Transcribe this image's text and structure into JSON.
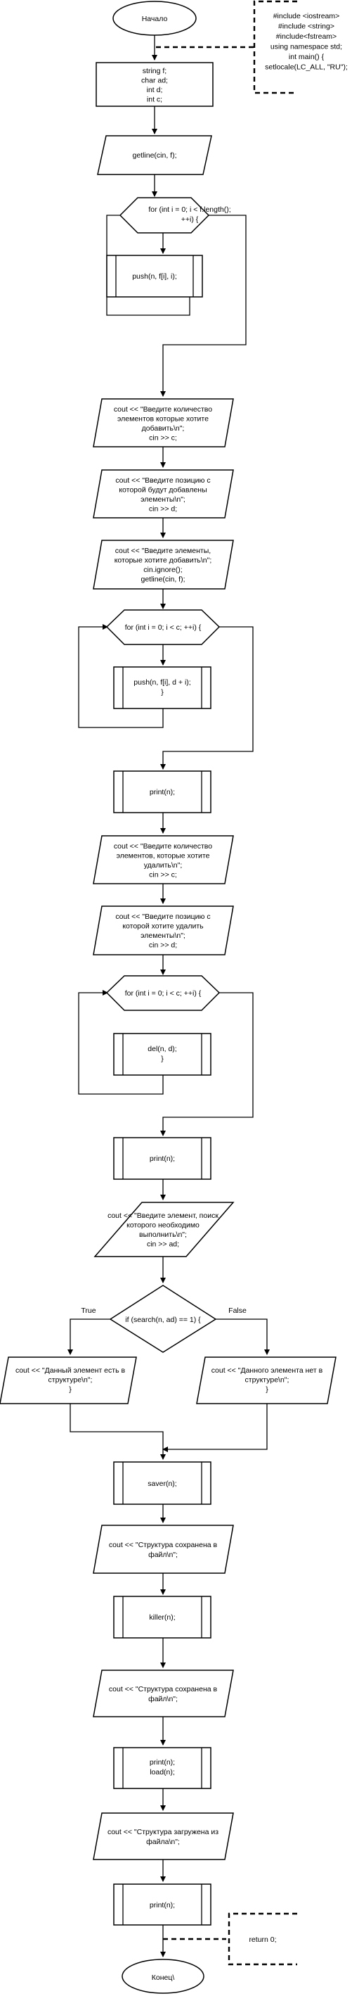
{
  "nodes": {
    "start": [
      "Начало"
    ],
    "note_includes": [
      "#include <iostream>",
      "#include <string>",
      "#include<fstream>",
      "using namespace std;",
      "int main() {",
      "setlocale(LC_ALL, \"RU\");"
    ],
    "decl": [
      "string f;",
      "char ad;",
      "int d;",
      "int c;"
    ],
    "getline": [
      "getline(cin, f);"
    ],
    "loop1": [
      "for (int i = 0; i < f.length();",
      "++i) {"
    ],
    "push1": [
      "push(n, f[i], i);"
    ],
    "input_count": [
      "cout << \"Введите количество",
      "элементов которые хотите",
      "добавить\\n\";",
      "cin >> c;"
    ],
    "input_pos": [
      "cout << \"Введите позицию с",
      "которой будут добавлены",
      "элементы\\n\";",
      "cin >> d;"
    ],
    "input_elems": [
      "cout << \"Введите элементы,",
      "которые хотите добавить\\n\";",
      "cin.ignore();",
      "getline(cin, f);"
    ],
    "loop2": [
      "for (int i = 0; i < c; ++i) {"
    ],
    "push2": [
      "push(n, f[i], d + i);",
      "}"
    ],
    "print1": [
      "print(n);"
    ],
    "del_count": [
      "cout << \"Введите количество",
      "элементов, которые хотите",
      "удалить\\n\";",
      "cin >> c;"
    ],
    "del_pos": [
      "cout << \"Введите позицию с",
      "которой хотите удалить",
      "элементы\\n\";",
      "cin >> d;"
    ],
    "loop3": [
      "for (int i = 0; i < c; ++i) {"
    ],
    "del": [
      "del(n, d);",
      "}"
    ],
    "print2": [
      "print(n);"
    ],
    "search_in": [
      "cout << \"Введите элемент, поиск",
      "которого необходимо",
      "выполнить\\n\";",
      "cin >> ad;"
    ],
    "decision": [
      "if (search(n, ad) == 1) {"
    ],
    "found": [
      "cout << \"Данный элемент есть в",
      "структуре\\n\";",
      "}"
    ],
    "notfound": [
      "cout << \"Данного элемента нет в",
      "структуре\\n\";",
      "}"
    ],
    "saver": [
      "saver(n);"
    ],
    "saved1": [
      "cout << \"Структура сохранена в",
      "файл\\n\";"
    ],
    "killer": [
      "killer(n);"
    ],
    "saved2": [
      "cout << \"Структура сохранена в",
      "файл\\n\";"
    ],
    "printload": [
      "print(n);",
      "load(n);"
    ],
    "loaded": [
      "cout << \"Структура загружена из",
      "файла\\n\";"
    ],
    "print3": [
      "print(n);"
    ],
    "note_return": [
      "return 0;"
    ],
    "end": [
      "Конец\\"
    ]
  },
  "branch_labels": {
    "true": "True",
    "false": "False"
  }
}
